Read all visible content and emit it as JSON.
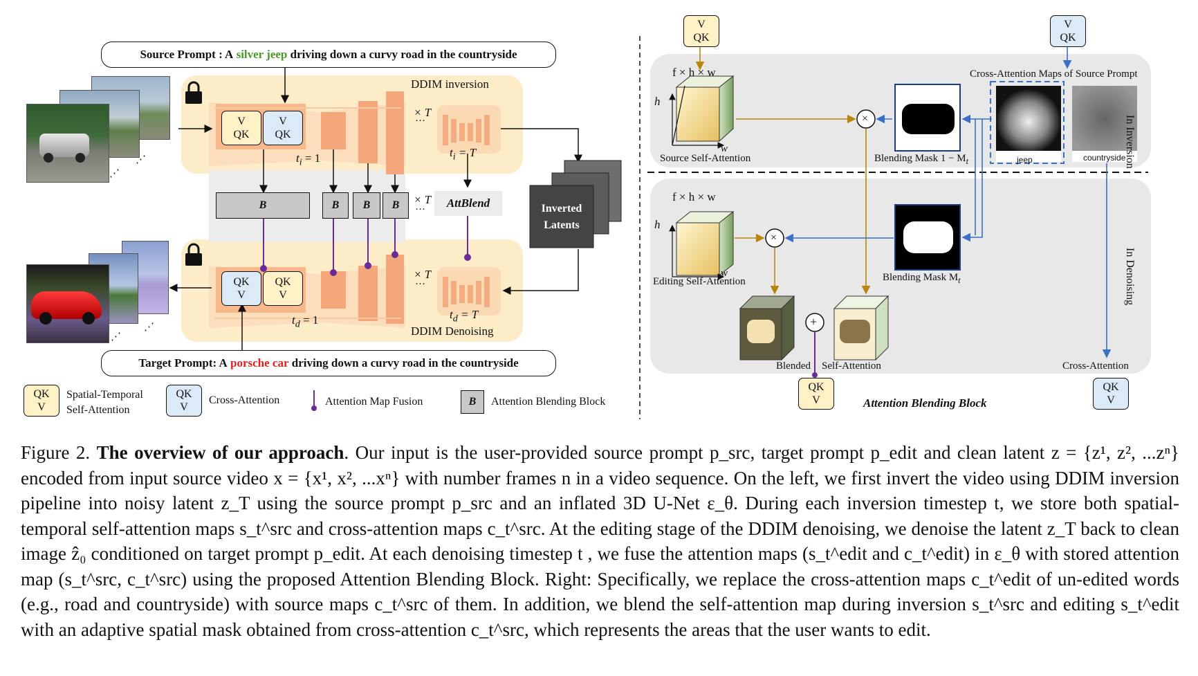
{
  "left": {
    "source_prompt": {
      "prefix": "Source Prompt : A ",
      "highlight": "silver jeep",
      "suffix": " driving down a curvy road in the countryside",
      "highlight_color": "#4a9a2a"
    },
    "target_prompt": {
      "prefix": "Target Prompt: A ",
      "highlight": "porsche car",
      "suffix": " driving down a curvy road in the countryside",
      "highlight_color": "#e02020"
    },
    "ddim_inversion": "DDIM inversion",
    "ddim_denoising": "DDIM Denoising",
    "times_t": "× T",
    "ti_1": "t",
    "ti_sub": "i",
    "eq_1": " = 1",
    "eq_T": " = T",
    "td_sub": "d",
    "attblend": "AttBlend",
    "b": "B",
    "inverted_latents": "Inverted Latents",
    "qk_top": {
      "line1": "V",
      "line2": "QK"
    },
    "qk_bottom": {
      "line1": "QK",
      "line2": "V"
    },
    "ellipsis": "…",
    "dots": "⋰"
  },
  "legend": {
    "spatial": "Spatial-Temporal Self-Attention",
    "cross": "Cross-Attention",
    "fusion": "Attention Map Fusion",
    "blending": "Attention Blending Block",
    "qk": "QK",
    "v": "V",
    "b": "B"
  },
  "right": {
    "cube_dims": "f × h × w",
    "h": "h",
    "w": "w",
    "source_self_attention": "Source Self-Attention",
    "editing_self_attention": "Editing Self-Attention",
    "blending_mask_inv": "Blending Mask 1 − M",
    "mask_sub": "t",
    "blending_mask": "Blending Mask M",
    "cross_maps_title": "Cross-Attention Maps of Source Prompt",
    "jeep": "jeep",
    "countryside": "countryside",
    "in_inversion": "In Inversion",
    "in_denoising": "In Denoising",
    "blended": "Blended",
    "self_attention": "Self-Attention",
    "cross_attention": "Cross-Attention",
    "block_title": "Attention Blending Block",
    "times": "×",
    "plus": "+",
    "v": "V",
    "qk": "QK"
  },
  "caption": {
    "fig": "Figure 2.",
    "title": "The overview of our approach",
    "text": ". Our input is the user-provided source prompt p_src, target prompt p_edit and clean latent z = {z¹, z², ...zⁿ} encoded from input source video x = {x¹, x², ...xⁿ} with number frames n in a video sequence. On the left, we first invert the video using DDIM inversion pipeline into noisy latent z_T using the source prompt p_src and an inflated 3D U-Net ε_θ. During each inversion timestep t, we store both spatial-temporal self-attention maps s_t^src and cross-attention maps c_t^src. At the editing stage of the DDIM denoising, we denoise the latent z_T back to clean image ẑ₀ conditioned on target prompt p_edit. At each denoising timestep t , we fuse the attention maps (s_t^edit and c_t^edit) in ε_θ with stored attention map (s_t^src, c_t^src) using the proposed Attention Blending Block. Right: Specifically, we replace the cross-attention maps c_t^edit of un-edited words (e.g., road and countryside) with source maps c_t^src of them. In addition, we blend the self-attention map during inversion s_t^src and editing s_t^edit with an adaptive spatial mask obtained from cross-attention c_t^src, which represents the areas that the user wants to edit."
  },
  "colors": {
    "orange_bg": "#fdecc8",
    "block": "#f4a77a",
    "gold": "#b8860b",
    "blue": "#3a6fc9",
    "purple": "#6a2a9a",
    "gray_panel": "#e8e8e8"
  }
}
